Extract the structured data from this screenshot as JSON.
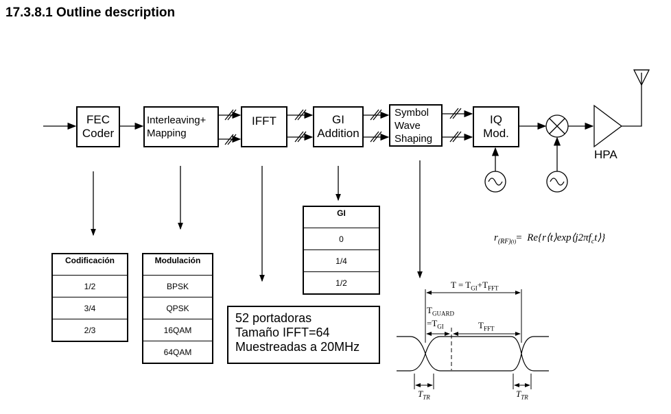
{
  "heading": "17.3.8.1 Outline description",
  "blocks": {
    "fec": [
      "FEC",
      "Coder"
    ],
    "interleaving": [
      "Interleaving+",
      "Mapping"
    ],
    "ifft": "IFFT",
    "gi": [
      "GI",
      "Addition"
    ],
    "symbol": [
      "Symbol",
      "Wave",
      "Shaping"
    ],
    "iq": [
      "IQ",
      "Mod."
    ],
    "hpa": "HPA"
  },
  "coding_table": {
    "header": "Codificación",
    "rows": [
      "1/2",
      "3/4",
      "2/3"
    ]
  },
  "modulation_table": {
    "header": "Modulación",
    "rows": [
      "BPSK",
      "QPSK",
      "16QAM",
      "64QAM"
    ]
  },
  "gi_table": {
    "header": "GI",
    "rows": [
      "0",
      "1/4",
      "1/2"
    ]
  },
  "ifft_info": [
    "52 portadoras",
    "Tamaño IFFT=64",
    "Muestreadas a 20MHz"
  ],
  "formula": {
    "r": "r",
    "r_sub": "(RF)",
    "t_arg": "(t)",
    "eq": "= ",
    "re": "Re",
    "body": "{r⟨t⟩exp⟨j2πf",
    "fc_sub": "c",
    "end": "t⟩}"
  },
  "timing": {
    "T": "T = T",
    "T_gi_sub": "GI",
    "plus": "+T",
    "T_fft_sub": "FFT",
    "guard": "T",
    "guard_sub": "GUARD",
    "guard_eq": "=T",
    "guard_eq_sub": "GI",
    "tfft": "T",
    "tfft_sub": "FFT",
    "ttr": "T",
    "ttr_sub": "TR"
  }
}
